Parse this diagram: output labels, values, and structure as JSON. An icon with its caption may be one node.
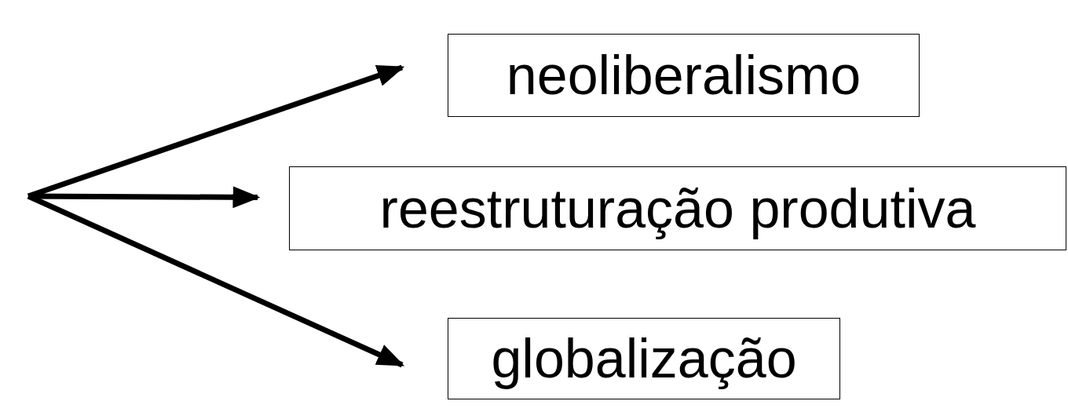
{
  "diagram": {
    "nodes": [
      {
        "text": [
          "neoliberalismo"
        ]
      },
      {
        "text": [
          "reestruturação produtiva"
        ]
      },
      {
        "text": [
          "globalização"
        ]
      }
    ],
    "edges": [
      {
        "from": null,
        "to": 0,
        "arrow": "to"
      },
      {
        "from": null,
        "to": 1,
        "arrow": "to"
      },
      {
        "from": null,
        "to": 2,
        "arrow": "to"
      }
    ]
  }
}
